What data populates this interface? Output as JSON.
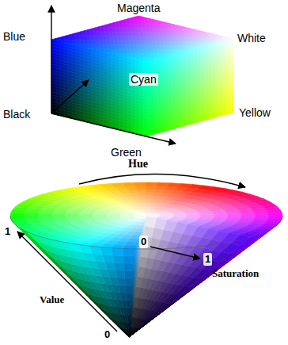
{
  "diagram": {
    "labels": [
      "Magenta",
      "Blue",
      "White",
      "Cyan",
      "Black",
      "Yellow",
      "Green",
      "Hue",
      "1",
      "0",
      "1",
      "Saturation",
      "Value",
      "0"
    ]
  }
}
